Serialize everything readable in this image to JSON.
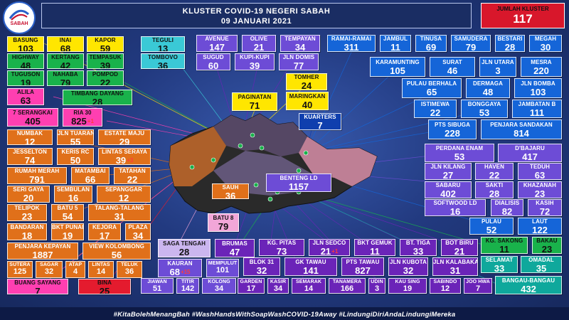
{
  "header": {
    "title_line1": "KLUSTER COVID-19 NEGERI SABAH",
    "title_line2": "09 JANUARI 2021",
    "total_label": "JUMLAH KLUSTER",
    "total_value": "117",
    "logo_text": "SABAH"
  },
  "banner": {
    "text": "#KitaBolehMenangBah #WashHandsWithSoapWashCOVID-19Away #LindungiDiriAndaLindungiMereka"
  },
  "colors": {
    "yellow": "#ffe600",
    "green": "#19b24b",
    "cyan": "#3ac9d6",
    "pink": "#ff3fb1",
    "orange": "#e0701a",
    "blue": "#1565d8",
    "purple": "#6b24b8",
    "red": "#e41b2e"
  },
  "clusters": {
    "basung": {
      "label": "BASUNG",
      "value": "103"
    },
    "inai": {
      "label": "INAI",
      "value": "68"
    },
    "kapor": {
      "label": "KAPOR",
      "value": "59"
    },
    "teguli": {
      "label": "TEGULI",
      "value": "13"
    },
    "tombovo": {
      "label": "TOMBOVO",
      "value": "36"
    },
    "highway": {
      "label": "HIGHWAY",
      "value": "48"
    },
    "kertang": {
      "label": "KERTANG",
      "value": "42"
    },
    "tempasuk": {
      "label": "TEMPASUK",
      "value": "39"
    },
    "tuguson": {
      "label": "TUGUSON",
      "value": "19"
    },
    "nahaba": {
      "label": "NAHABA",
      "value": "79"
    },
    "pompod": {
      "label": "POMPOD",
      "value": "22"
    },
    "alila": {
      "label": "ALILA",
      "value": "63"
    },
    "timbang_dayang": {
      "label": "TIMBANG DAYANG",
      "value": "28"
    },
    "tujuh_serangkai": {
      "label": "7 SERANGKAI",
      "value": "405"
    },
    "ria30": {
      "label": "RIA 30",
      "value": "825",
      "delta": "+1"
    },
    "avenue": {
      "label": "AVENUE",
      "value": "147"
    },
    "olive": {
      "label": "OLIVE",
      "value": "21"
    },
    "tempayan": {
      "label": "TEMPAYAN",
      "value": "34"
    },
    "sugud": {
      "label": "SUGUD",
      "value": "60"
    },
    "kupi_kupi": {
      "label": "KUPI-KUPI",
      "value": "39"
    },
    "jln_domis": {
      "label": "JLN DOMIS",
      "value": "77"
    },
    "tomher": {
      "label": "TOMHER",
      "value": "24"
    },
    "paginatan": {
      "label": "PAGINATAN",
      "value": "71"
    },
    "maringkan": {
      "label": "MARINGKAN",
      "value": "40"
    },
    "kuarters": {
      "label": "KUARTERS",
      "value": "7"
    },
    "ramai_ramai": {
      "label": "RAMAI-RAMAI",
      "value": "311"
    },
    "jambul": {
      "label": "JAMBUL",
      "value": "11"
    },
    "tinusa": {
      "label": "TINUSA",
      "value": "69"
    },
    "samudera": {
      "label": "SAMUDERA",
      "value": "79"
    },
    "bestari": {
      "label": "BESTARI",
      "value": "28"
    },
    "megah": {
      "label": "MEGAH",
      "value": "30"
    },
    "karamunting": {
      "label": "KARAMUNTING",
      "value": "105"
    },
    "surat": {
      "label": "SURAT",
      "value": "46"
    },
    "jln_utara": {
      "label": "JLN UTARA",
      "value": "3"
    },
    "mesra": {
      "label": "MESRA",
      "value": "220"
    },
    "pulau_berhala": {
      "label": "PULAU BERHALA",
      "value": "65"
    },
    "dermaga": {
      "label": "DERMAGA",
      "value": "48"
    },
    "jln_bomba": {
      "label": "JLN BOMBA",
      "value": "103"
    },
    "istimewa": {
      "label": "ISTIMEWA",
      "value": "22"
    },
    "bonggaya": {
      "label": "BONGGAYA",
      "value": "53"
    },
    "jambatan_b": {
      "label": "JAMBATAN B",
      "value": "111"
    },
    "pts_sibuga": {
      "label": "PTS SIBUGA",
      "value": "228"
    },
    "penjara_sandakan": {
      "label": "PENJARA SANDAKAN",
      "value": "814"
    },
    "numbak": {
      "label": "NUMBAK",
      "value": "12"
    },
    "jln_tuaran": {
      "label": "JLN TUARAN",
      "value": "55"
    },
    "estate_maju": {
      "label": "ESTATE MAJU",
      "value": "29"
    },
    "jesselton": {
      "label": "JESSELTON",
      "value": "74"
    },
    "keris_rc": {
      "label": "KERIS RC",
      "value": "50"
    },
    "lintas_seraya": {
      "label": "LINTAS SERAYA",
      "value": "39",
      "delta": "+3"
    },
    "rumah_merah": {
      "label": "RUMAH MERAH",
      "value": "791"
    },
    "matambai": {
      "label": "MATAMBAI",
      "value": "66"
    },
    "tatahan": {
      "label": "TATAHAN",
      "value": "22"
    },
    "seri_gaya": {
      "label": "SERI GAYA",
      "value": "20"
    },
    "sembulan": {
      "label": "SEMBULAN",
      "value": "16"
    },
    "sepanggar": {
      "label": "SEPANGGAR",
      "value": "12"
    },
    "telipok": {
      "label": "TELIPOK",
      "value": "23"
    },
    "batu5": {
      "label": "BATU 5",
      "value": "54"
    },
    "talang_talang": {
      "label": "TALANG-TALANG",
      "value": "31"
    },
    "bandaran": {
      "label": "BANDARAN",
      "value": "18"
    },
    "bkt_punai": {
      "label": "BKT PUNAI",
      "value": "19"
    },
    "kejora": {
      "label": "KEJORA",
      "value": "17"
    },
    "plaza": {
      "label": "PLAZA",
      "value": "34"
    },
    "penjara_kepayan": {
      "label": "PENJARA KEPAYAN",
      "value": "1887"
    },
    "view_kolombong": {
      "label": "VIEW KOLOMBONG",
      "value": "56"
    },
    "sutera": {
      "label": "SUTERA",
      "value": "125"
    },
    "sagar": {
      "label": "SAGAR",
      "value": "32"
    },
    "atap": {
      "label": "ATAP",
      "value": "4"
    },
    "lintas": {
      "label": "LINTAS",
      "value": "14"
    },
    "teluk": {
      "label": "TELUK",
      "value": "36"
    },
    "buang_sayang": {
      "label": "BUANG SAYANG",
      "value": "7"
    },
    "bina": {
      "label": "BINA",
      "value": "25"
    },
    "perdana_enam": {
      "label": "PERDANA ENAM",
      "value": "53"
    },
    "dbajaru": {
      "label": "D'BAJARU",
      "value": "417"
    },
    "jln_kilang": {
      "label": "JLN KILANG",
      "value": "27"
    },
    "haven": {
      "label": "HAVEN",
      "value": "22"
    },
    "teduh": {
      "label": "TEDUH",
      "value": "63"
    },
    "sabaru": {
      "label": "SABARU",
      "value": "402"
    },
    "sakti": {
      "label": "SAKTI",
      "value": "28"
    },
    "khazanah": {
      "label": "KHAZANAH",
      "value": "23"
    },
    "softwood_ld": {
      "label": "SOFTWOOD LD",
      "value": "16"
    },
    "dialisis": {
      "label": "DIALISIS",
      "value": "82"
    },
    "kasih": {
      "label": "KASIH",
      "value": "72"
    },
    "pulau": {
      "label": "PULAU",
      "value": "52"
    },
    "laut": {
      "label": "LAUT",
      "value": "122"
    },
    "sauh": {
      "label": "SAUH",
      "value": "36"
    },
    "benteng_ld": {
      "label": "BENTENG LD",
      "value": "1157"
    },
    "batu8": {
      "label": "BATU 8",
      "value": "79"
    },
    "saga_tengah": {
      "label": "SAGA TENGAH",
      "value": "28"
    },
    "brumas": {
      "label": "BRUMAS",
      "value": "47"
    },
    "kg_pitas": {
      "label": "KG. PITAS",
      "value": "73"
    },
    "jln_sedco": {
      "label": "JLN SEDCO",
      "value": "21",
      "delta": "+1"
    },
    "bkt_gemuk": {
      "label": "BKT GEMUK",
      "value": "11"
    },
    "bt_tiga": {
      "label": "BT. TIGA",
      "value": "33"
    },
    "bot_biru": {
      "label": "BOT BIRU",
      "value": "21"
    },
    "kg_sakong": {
      "label": "KG. SAKONG",
      "value": "11"
    },
    "bakau": {
      "label": "BAKAU",
      "value": "23"
    },
    "kauran": {
      "label": "KAURAN",
      "value": "68",
      "delta": "+15"
    },
    "mempulut": {
      "label": "MEMPULUT",
      "value": "101"
    },
    "blok31": {
      "label": "BLOK 31",
      "value": "32"
    },
    "gk_tawau": {
      "label": "GK TAWAU",
      "value": "141"
    },
    "pts_tawau": {
      "label": "PTS TAWAU",
      "value": "827"
    },
    "jln_kubota": {
      "label": "JLN KUBOTA",
      "value": "32"
    },
    "jln_kalabakan": {
      "label": "JLN KALABAKAN",
      "value": "31"
    },
    "selamat": {
      "label": "SELAMAT",
      "value": "33"
    },
    "omadal": {
      "label": "OMADAL",
      "value": "35"
    },
    "jiawan": {
      "label": "JIAWAN",
      "value": "51"
    },
    "titir": {
      "label": "TITIR",
      "value": "142"
    },
    "kolong": {
      "label": "KOLONG",
      "value": "34"
    },
    "garden": {
      "label": "GARDEN",
      "value": "17"
    },
    "kasir": {
      "label": "KASIR",
      "value": "34"
    },
    "semarak": {
      "label": "SEMARAK",
      "value": "14"
    },
    "tanamera": {
      "label": "TANAMERA",
      "value": "166"
    },
    "udin": {
      "label": "UDIN",
      "value": "3"
    },
    "kau_sing": {
      "label": "KAU SING",
      "value": "19"
    },
    "sabindo": {
      "label": "SABINDO",
      "value": "12"
    },
    "joo_hwa": {
      "label": "JOO HWA",
      "value": "7"
    },
    "bangau_bangau": {
      "label": "BANGAU-BANGAU",
      "value": "432"
    }
  }
}
